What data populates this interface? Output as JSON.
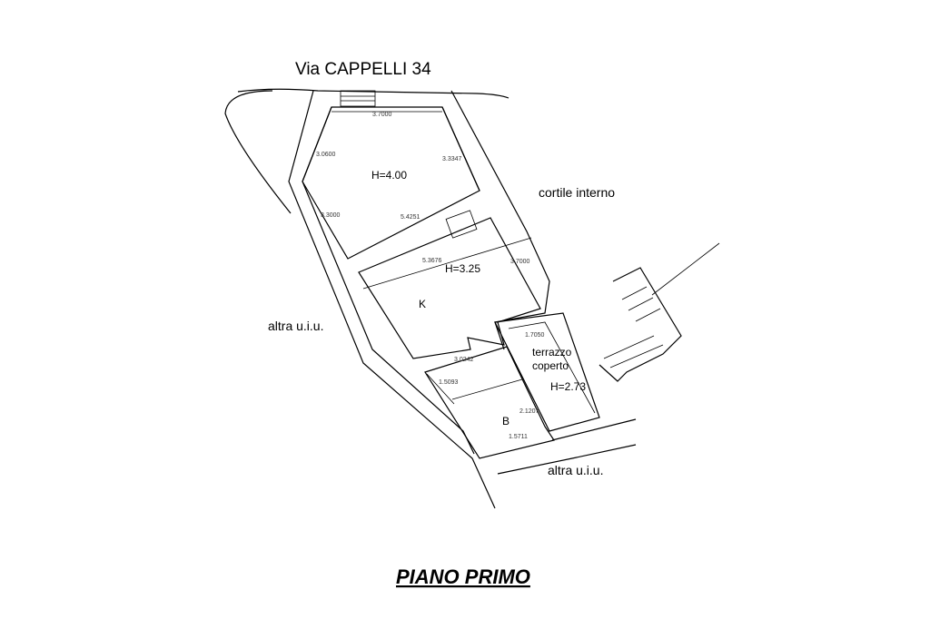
{
  "street": "Via CAPPELLI 34",
  "courtyard": "cortile interno",
  "neighbor_left": "altra  u.i.u.",
  "neighbor_bottom": "altra  u.i.u.",
  "rooms": {
    "room1_height": "H=4.00",
    "kitchen_height": "H=3.25",
    "kitchen_label": "K",
    "terrace_label_1": "terrazzo",
    "terrace_label_2": "coperto",
    "terrace_height": "H=2.73",
    "bath_label": "B"
  },
  "dimensions": [
    "3.7000",
    "3.0600",
    "3.3347",
    "3.3000",
    "5.4251",
    "5.3676",
    "3.7000",
    "1.7050",
    "3.0242",
    "1.5093",
    "2.1207",
    "1.5711"
  ],
  "plan_title": "PIANO  PRIMO"
}
